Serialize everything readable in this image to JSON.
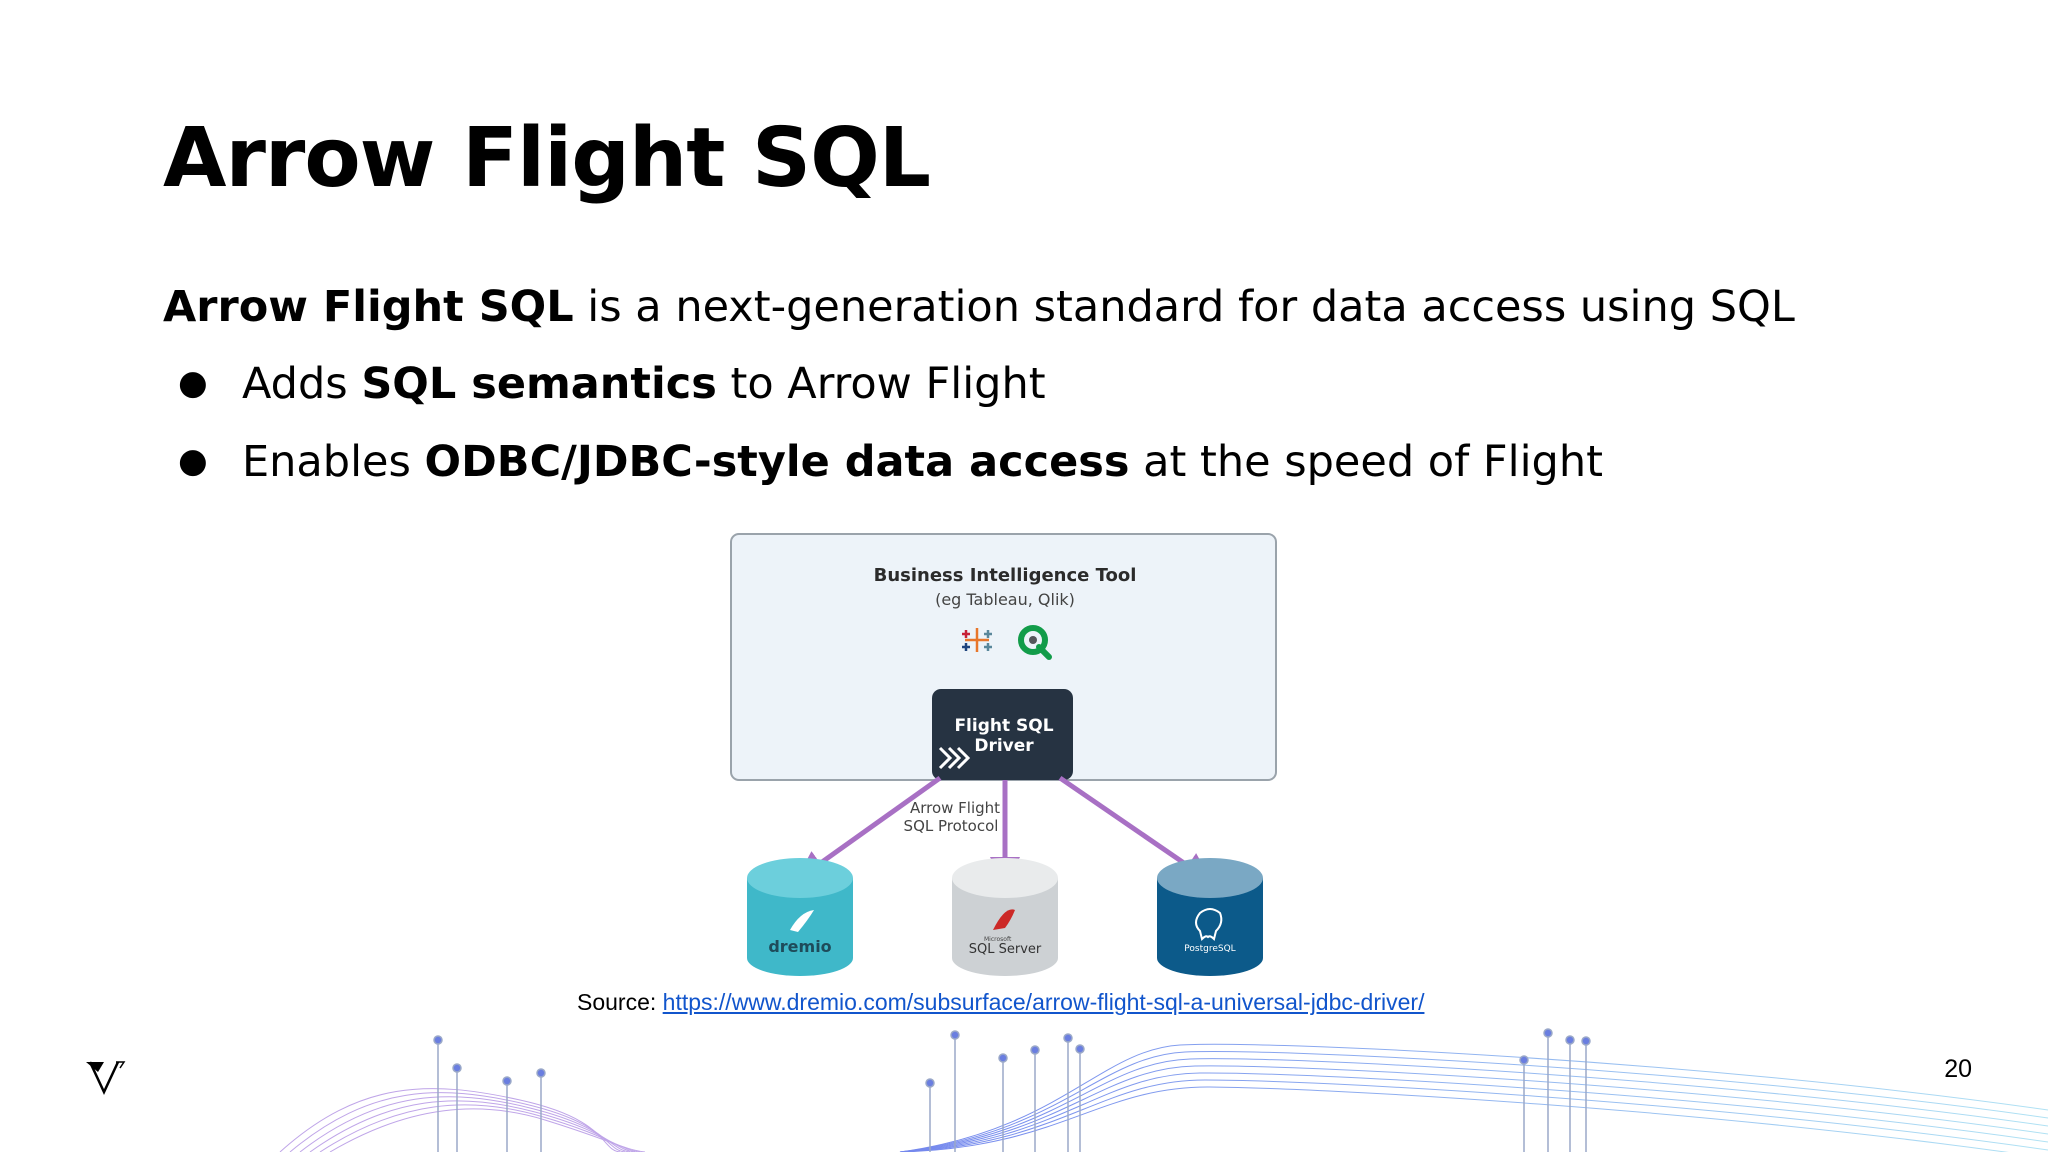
{
  "slide": {
    "title": "Arrow Flight SQL",
    "lead_bold": "Arrow Flight SQL",
    "lead_rest": " is a next-generation standard for data access using SQL",
    "bullets": [
      {
        "pre": "Adds ",
        "bold": "SQL semantics",
        "post": " to Arrow Flight"
      },
      {
        "pre": "Enables ",
        "bold": "ODBC/JDBC-style data access",
        "post": " at the speed of Flight"
      }
    ],
    "bullet_marker": "●",
    "page_number": "20"
  },
  "diagram": {
    "bi_title": "Business Intelligence Tool",
    "bi_subtitle": "(eg Tableau, Qlik)",
    "driver_line1": "Flight SQL",
    "driver_line2": "Driver",
    "protocol_line1": "Arrow Flight",
    "protocol_line2": "SQL Protocol",
    "db1_label": "dremio",
    "db2_label_small": "Microsoft",
    "db2_label": "SQL Server",
    "db3_label": "PostgreSQL",
    "colors": {
      "box_fill": "#edf3f9",
      "box_stroke": "#9aa3ab",
      "driver_fill": "#263342",
      "arrow": "#a870c4",
      "dremio": "#3fb8c9",
      "sqlserver": "#d1d5d8",
      "postgres": "#0c5a8a",
      "qlik": "#129c4a"
    }
  },
  "source": {
    "label": "Source: ",
    "url": "https://www.dremio.com/subsurface/arrow-flight-sql-a-universal-jdbc-driver/"
  }
}
